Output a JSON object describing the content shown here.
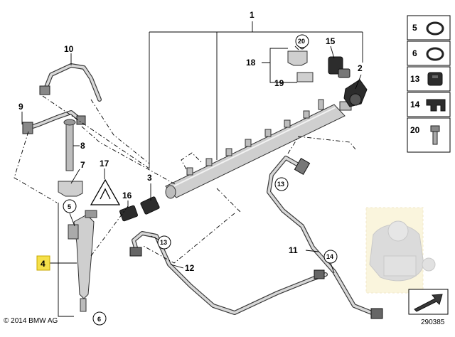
{
  "callouts": {
    "c1": "1",
    "c2": "2",
    "c3": "3",
    "c4": "4",
    "c5": "5",
    "c6": "6",
    "c7": "7",
    "c8": "8",
    "c9": "9",
    "c10": "10",
    "c11": "11",
    "c12": "12",
    "c13a": "13",
    "c13b": "13",
    "c14": "14",
    "c15": "15",
    "c16": "16",
    "c17": "17",
    "c18": "18",
    "c19": "19",
    "c20": "20"
  },
  "legend": {
    "items": [
      {
        "number": "5",
        "icon": "o-ring-icon"
      },
      {
        "number": "6",
        "icon": "o-ring-icon"
      },
      {
        "number": "13",
        "icon": "rubber-grommet-icon"
      },
      {
        "number": "14",
        "icon": "double-clip-icon"
      },
      {
        "number": "20",
        "icon": "screw-icon"
      }
    ]
  },
  "footer": {
    "copyright": "© 2014 BMW AG",
    "diagram_number": "290385"
  },
  "colors": {
    "highlight": "#f5e04a",
    "pipe": "#3a3a3a",
    "part": "#cfcfcf"
  }
}
